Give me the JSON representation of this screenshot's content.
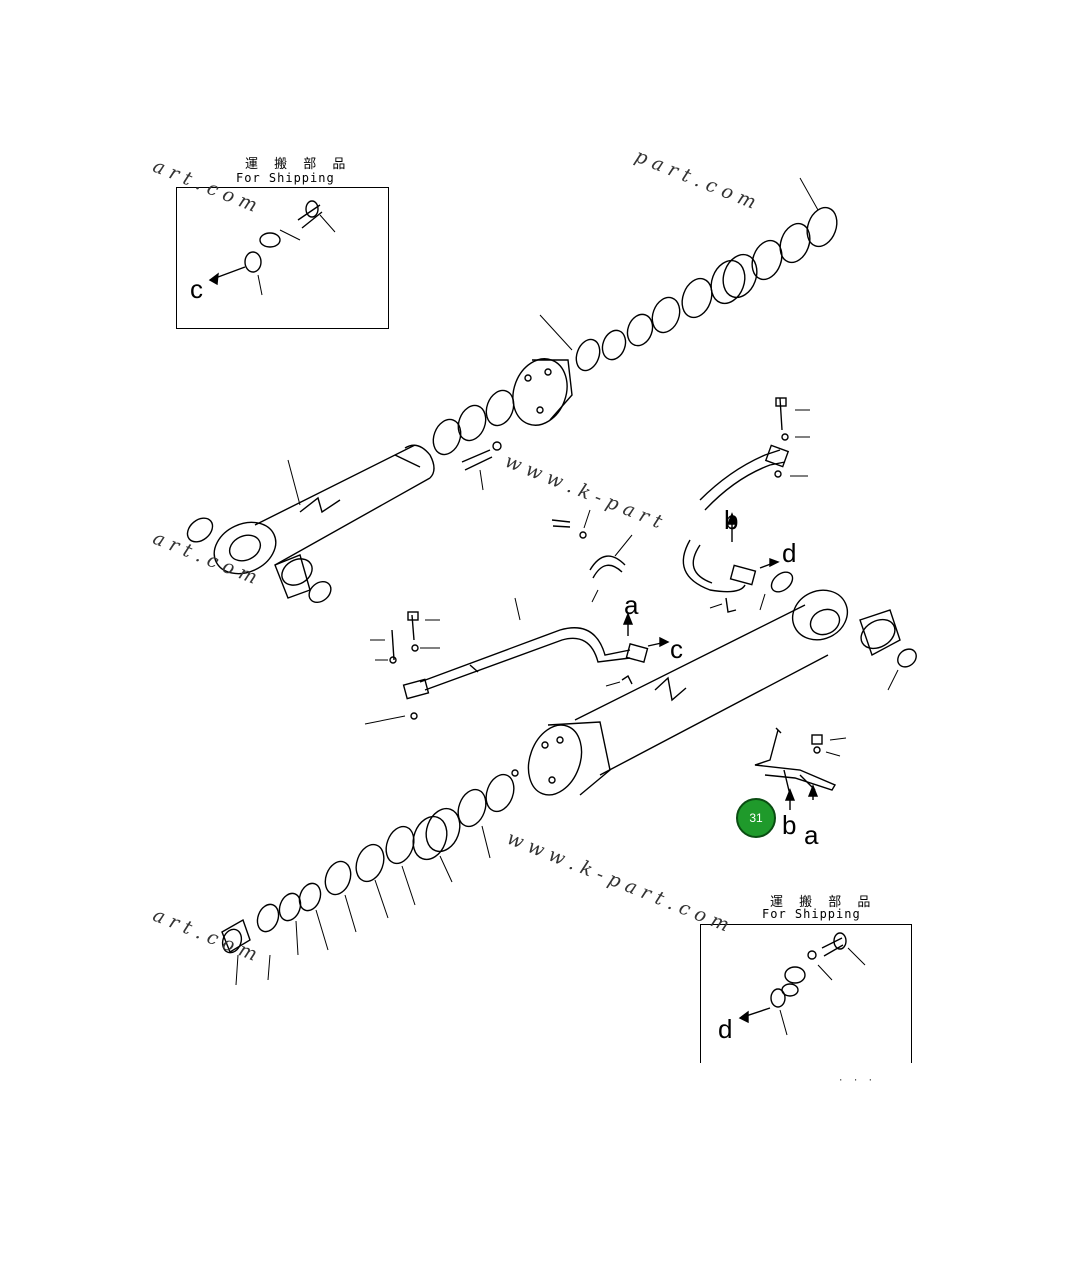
{
  "shipping_box_top": {
    "title_jp": "運 搬 部 品",
    "title_en": "For Shipping",
    "arrow_label": "c"
  },
  "shipping_box_bottom": {
    "title_jp": "運 搬 部 品",
    "title_en": "For Shipping",
    "arrow_label": "d"
  },
  "callouts": {
    "a1": "a",
    "b1": "b",
    "c1": "c",
    "d1": "d",
    "a2": "a",
    "b2": "b"
  },
  "badge": {
    "number": "31",
    "color": "#1f9a2b"
  },
  "watermarks": {
    "w1": "a r t . c o m",
    "w2": "p a r t . c o m",
    "w3": "w w w . k - p a r t",
    "w4": "a r t . c o m",
    "w5": "w w w . k - p a r t . c o m",
    "w6": "a r t . c o m"
  },
  "page_ref": "· · ·"
}
